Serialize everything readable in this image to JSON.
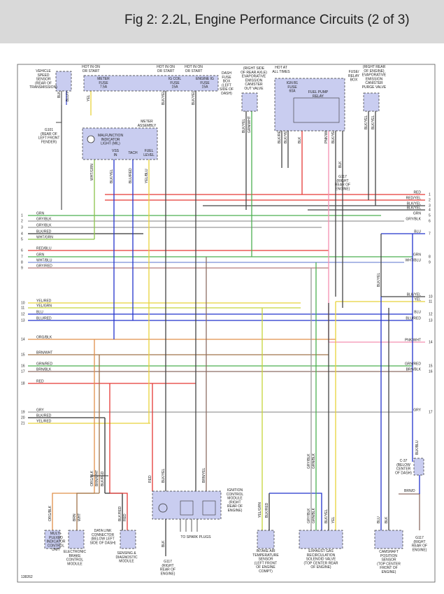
{
  "title": "Fig 2: 2.2L, Engine Performance Circuits (2 of 3)",
  "figure_id": "138262",
  "components": {
    "vss": [
      "VEHICLE",
      "SPEED",
      "SENSOR",
      "(REAR OF",
      "TRANSMISSION)"
    ],
    "g101": [
      "G101",
      "(REAR OF",
      "LEFT FRONT",
      "FENDER)"
    ],
    "hot1": [
      "HOT IN ON",
      "OR START"
    ],
    "hot2": [
      "HOT IN ON",
      "OR START"
    ],
    "hot3": [
      "HOT IN ON",
      "OR START"
    ],
    "meter_fuse": [
      "METER",
      "FUSE",
      "7.5A"
    ],
    "igcoil_fuse": [
      "IG COIL",
      "FUSE",
      "15A"
    ],
    "engine_fuse": [
      "ENGINE IG",
      "FUSE",
      "15A"
    ],
    "dash_box": [
      "DASH",
      "FUSE",
      "BOX",
      "(LEFT",
      "SIDE OF",
      "DASH)"
    ],
    "canister_vent": [
      "(RIGHT SIDE",
      "OF REAR AXLE)",
      "EVAPORATIVE",
      "EMISSION",
      "CANISTER",
      "OUT VALVE"
    ],
    "hot_all": [
      "HOT AT",
      "ALL TIMES"
    ],
    "relay_box": [
      "FUSE/",
      "RELAY",
      "BOX"
    ],
    "ignb1": [
      "IGN B1",
      "FUSE",
      "60A"
    ],
    "fuel_pump_relay": [
      "FUEL PUMP",
      "RELAY"
    ],
    "purge_valve": [
      "(RIGHT REAR",
      "OF ENGINE)",
      "EVAPORATIVE",
      "EMISSION",
      "CANISTER",
      "PURGE VALVE"
    ],
    "meter_assy": [
      "METER",
      "ASSEMBLY"
    ],
    "mil": [
      "MALFUNCTION",
      "INDICATOR",
      "LIGHT (MIL)"
    ],
    "meter_pins": [
      "VSS",
      "IN",
      "TACH",
      "FUEL",
      "LEVEL"
    ],
    "g117_top": [
      "G117",
      "(RIGHT",
      "REAR OF",
      "ENGINE)"
    ],
    "g117_mid": [
      "G117",
      "(RIGHT",
      "REAR OF",
      "ENGINE)"
    ],
    "g117_bot": [
      "G117",
      "(RIGHT",
      "REAR OF",
      "ENGINE)"
    ],
    "c37": [
      "C-37",
      "(BELOW",
      "CENTER",
      "OF DASH)"
    ],
    "icm": [
      "IGNITION",
      "CONTROL",
      "MODULE",
      "(RIGHT",
      "REAR OF",
      "ENGINE)"
    ],
    "spark": "TO SPARK PLUGS",
    "dlc": [
      "DATA LINK",
      "CONNECTOR",
      "(BELOW LEFT",
      "SIDE OF DASH)"
    ],
    "mpicu": [
      "MULTI-",
      "PLEXED",
      "INDICATOR",
      "CONTROL",
      "UNIT"
    ],
    "ebcm": [
      "ELECTRONIC",
      "BRAKE",
      "CONTROL",
      "MODULE"
    ],
    "sdm": [
      "SENSING &",
      "DIAGNOSTIC",
      "MODULE"
    ],
    "iat": [
      "INTAKE AIR",
      "TEMPERATURE",
      "SENSOR",
      "(LEFT FRONT",
      "OF ENGINE",
      "COMPT)"
    ],
    "egr": [
      "EXHAUST GAS",
      "RECIRCULATION",
      "SOLENOID VALVE",
      "(TOP CENTER REAR",
      "OF ENGINE)"
    ],
    "cmp": [
      "CAMSHAFT",
      "POSITION",
      "SENSOR",
      "(TOP CENTER",
      "FRONT OF",
      "ENGINE)"
    ]
  },
  "bus": [
    {
      "n": "1",
      "left": "GRN",
      "right": "GRN",
      "rn": "5",
      "color": "#4caf50"
    },
    {
      "n": "2",
      "left": "GRY/BLK",
      "right": "GRY/BLK",
      "rn": "6",
      "color": "#9a9a9a"
    },
    {
      "n": "3",
      "left": "GRY/BLK",
      "right": "",
      "rn": "",
      "color": "#9a9a9a"
    },
    {
      "n": "4",
      "left": "BLK/RED",
      "right": "",
      "rn": "",
      "color": "#333333"
    },
    {
      "n": "5",
      "left": "WHT/GRN",
      "right": "",
      "rn": "",
      "color": "#8bc34a"
    },
    {
      "n": "6",
      "left": "RED/BLU",
      "right": "",
      "rn": "",
      "color": "#e53935"
    },
    {
      "n": "7",
      "left": "GRN",
      "right": "GRN",
      "rn": "8",
      "color": "#4caf50"
    },
    {
      "n": "8",
      "left": "WHT/BLU",
      "right": "WHT/BLU",
      "rn": "9",
      "color": "#7a8fd6"
    },
    {
      "n": "9",
      "left": "GRY/RED",
      "right": "",
      "rn": "",
      "color": "#b57a7a"
    },
    {
      "n": "10",
      "left": "YEL/RED",
      "right": "",
      "rn": "",
      "color": "#e8d23a"
    },
    {
      "n": "11",
      "left": "YEL/GRN",
      "right": "",
      "rn": "",
      "color": "#c6d43a"
    },
    {
      "n": "12",
      "left": "BLU",
      "right": "BLU",
      "rn": "12",
      "color": "#2233cc"
    },
    {
      "n": "13",
      "left": "BLU/RED",
      "right": "BLU/RED",
      "rn": "13",
      "color": "#2233cc"
    },
    {
      "n": "14",
      "left": "ORG/BLK",
      "right": "",
      "rn": "",
      "color": "#e0904a"
    },
    {
      "n": "15",
      "left": "BRN/WHT",
      "right": "",
      "rn": "",
      "color": "#a0744a"
    },
    {
      "n": "16",
      "left": "GRN/RED",
      "right": "GRN/RED",
      "rn": "15",
      "color": "#4caf50"
    },
    {
      "n": "17",
      "left": "BRN/BLK",
      "right": "BRN/BLK",
      "rn": "16",
      "color": "#8d6e63"
    },
    {
      "n": "18",
      "left": "RED",
      "right": "",
      "rn": "",
      "color": "#e53935"
    },
    {
      "n": "19",
      "left": "GRY",
      "right": "GRY",
      "rn": "17",
      "color": "#9a9a9a"
    },
    {
      "n": "20",
      "left": "BLK/RED",
      "right": "",
      "rn": "",
      "color": "#333333"
    },
    {
      "n": "21",
      "left": "YEL/RED",
      "right": "",
      "rn": "",
      "color": "#e8d23a"
    }
  ],
  "right_only": [
    {
      "label": "RED",
      "n": "1",
      "color": "#e53935"
    },
    {
      "label": "RED/YEL",
      "n": "2",
      "color": "#e53935"
    },
    {
      "label": "BLK/YEL",
      "n": "3",
      "color": "#444444"
    },
    {
      "label": "BLK/YEL",
      "n": "4",
      "color": "#444444"
    },
    {
      "label": "BLU",
      "n": "7",
      "color": "#2233cc"
    },
    {
      "label": "BLK/YEL",
      "n": "10",
      "color": "#444444"
    },
    {
      "label": "YEL",
      "n": "11",
      "color": "#e8d23a"
    },
    {
      "label": "PNK/WHT",
      "n": "14",
      "color": "#f48fb1"
    }
  ],
  "wire_labels": {
    "vss1": "BLK",
    "vss2": "BLU/YEL",
    "m1": "YEL",
    "m2": "BLK/YEL",
    "m3": "BLK/YEL",
    "meter_gnd": "BLK",
    "vss_in": "BLK/YEL",
    "tach": "BLU/RED",
    "fuel": "YEL/BLU",
    "mil_w": "WHT/GRN",
    "vent1": "BLK/YEL",
    "vent2": "GRN/WHT",
    "relay1": "BLK/RED",
    "relay2": "BLK/YEL",
    "relay3": "BLK",
    "relay4": "PNK/WHT",
    "relay5": "BLK/YEL",
    "relay6": "BLK",
    "purge1": "BLK/YEL",
    "purge2": "BLK/YEL",
    "ctr1": "BLK/YEL",
    "dlc1": "ORG/BLK",
    "dlc2": "BRN/WHT",
    "dlc3": "BLK/RED",
    "dlc4": "BLK",
    "dlc5": "RED",
    "mp": "ORG/BLK",
    "eb1": "BRN",
    "eb2": "WHT",
    "sd1": "BLK/RED",
    "sd2": "RED",
    "icm1": "RED",
    "icm2": "BLK/YEL",
    "icm3": "BRN/YEL",
    "icm_gnd": "BLK",
    "iat1": "YEL/GRN",
    "iat2": "BLK/RED",
    "egr1": "GRY/BLK",
    "egr2": "GRN/BLK",
    "egr3": "BLK/YEL",
    "egr4": "YEL",
    "egr_t1": "GRY/BLK",
    "egr_t2": "GRN/BLK",
    "cmp1": "BLU",
    "cmp2": "BLK",
    "cmp3": "BRN/BLK",
    "brnd": "BRN/D",
    "c37w": "BLK/BLU"
  }
}
